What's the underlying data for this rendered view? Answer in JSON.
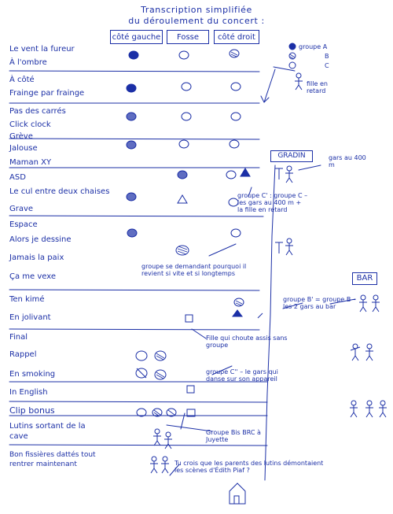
{
  "header": {
    "line1": "Transcription simplifiée",
    "line2": "du déroulement du concert :"
  },
  "columns": [
    "côté gauche",
    "Fosse",
    "côté droit"
  ],
  "legend": [
    {
      "key": "A",
      "label": "groupe A"
    },
    {
      "key": "B",
      "label": "B"
    },
    {
      "key": "C",
      "label": "C"
    }
  ],
  "songs": [
    "Le vent la fureur",
    "À l'ombre",
    "À côté",
    "Frainge par frainge",
    "Pas des carrés",
    "Click clock",
    "Grève",
    "Jalouse",
    "Maman XY",
    "ASD",
    "Le cul entre deux chaises",
    "Grave",
    "Espace",
    "Alors je dessine",
    "Jamais la paix",
    "Ça me vexe",
    "Ten kimé",
    "En jolivant",
    "Final",
    "Rappel",
    "En smoking",
    "In English",
    "Clip bonus",
    "Lutins sortant de la cave",
    "Bon fissières dattés tout rentrer maintenant"
  ],
  "annotations": {
    "girl_late": "fille en retard",
    "gradin": "GRADIN",
    "guy_400m": "gars au 400 m",
    "group_c_prime": "groupe C' : groupe C – les gars au 400 m + la fille en retard",
    "group_wondering": "groupe se demandant pourquoi il revient si vite et si longtemps",
    "bar": "BAR",
    "group_b_prime": "groupe B' = groupe B – les 2 gars au bar",
    "girl_falls": "Fille qui choute assis sans groupe",
    "group_c_second": "groupe C'' – le gars qui danse sur son appareil",
    "group_bis": "Groupe Bis BRC à Juyette",
    "footer_question": "Tu crois que les parents des lutins démontaient les scènes d'Édith Piaf ?"
  },
  "colors": {
    "ink": "#1b2fa6",
    "paper": "#ffffff"
  }
}
